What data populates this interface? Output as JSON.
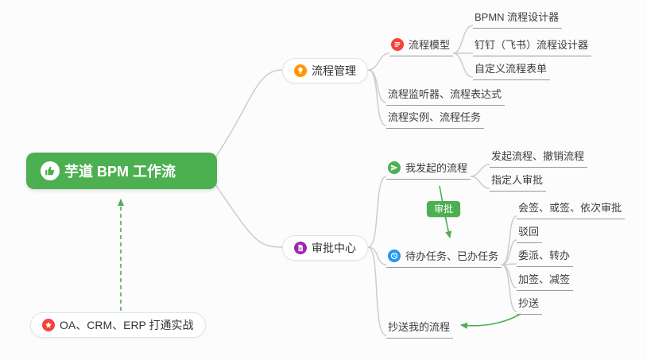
{
  "nodes": {
    "root": "芋道 BPM 工作流",
    "process_management": "流程管理",
    "process_model": "流程模型",
    "bpmn_designer": "BPMN 流程设计器",
    "dingtalk_designer": "钉钉（飞书）流程设计器",
    "custom_form": "自定义流程表单",
    "listener_expression": "流程监听器、流程表达式",
    "instance_task": "流程实例、流程任务",
    "approval_center": "审批中心",
    "my_initiated": "我发起的流程",
    "initiate_cancel": "发起流程、撤销流程",
    "assignee_approval": "指定人审批",
    "approval_badge": "审批",
    "todo_done": "待办任务、已办任务",
    "countersign": "会签、或签、依次审批",
    "reject": "驳回",
    "delegate_transfer": "委派、转办",
    "add_remove_sign": "加签、减签",
    "cc": "抄送",
    "cc_my_process": "抄送我的流程",
    "oa_crm_erp": "OA、CRM、ERP 打通实战"
  },
  "icons": {
    "root": "thumbs-up-icon",
    "process_management": "lightbulb-icon",
    "process_model": "list-icon",
    "approval_center": "document-icon",
    "my_initiated": "paper-plane-icon",
    "todo_done": "clock-icon",
    "oa_crm_erp": "star-icon"
  },
  "colors": {
    "root_bg": "#4caf50",
    "connector": "#cccccc",
    "underline": "#999999",
    "arrow_green": "#4caf50",
    "badge_bg": "#4caf50",
    "icon_orange": "#ff9800",
    "icon_red": "#f44336",
    "icon_purple": "#9c27b0",
    "icon_green": "#4caf50",
    "icon_blue": "#2196f3"
  }
}
